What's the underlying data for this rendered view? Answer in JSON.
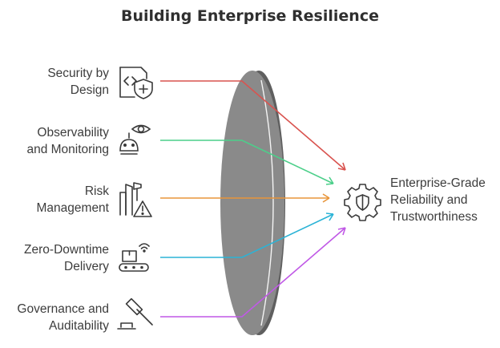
{
  "title": "Building Enterprise Resilience",
  "inputs": [
    {
      "line1": "Security by",
      "line2": "Design",
      "icon": "shield-code-icon",
      "color": "#d9534f"
    },
    {
      "line1": "Observability",
      "line2": "and Monitoring",
      "icon": "robot-eye-icon",
      "color": "#4ccf8a"
    },
    {
      "line1": "Risk",
      "line2": "Management",
      "icon": "factory-warning-icon",
      "color": "#e8953a"
    },
    {
      "line1": "Zero-Downtime",
      "line2": "Delivery",
      "icon": "conveyor-wifi-icon",
      "color": "#2bb3d6"
    },
    {
      "line1": "Governance and",
      "line2": "Auditability",
      "icon": "gavel-icon",
      "color": "#c059e6"
    }
  ],
  "output": {
    "line1": "Enterprise-Grade",
    "line2": "Reliability and",
    "line3": "Trustworthiness",
    "icon": "gear-shield-icon"
  },
  "lens_color": "#8a8a8a"
}
